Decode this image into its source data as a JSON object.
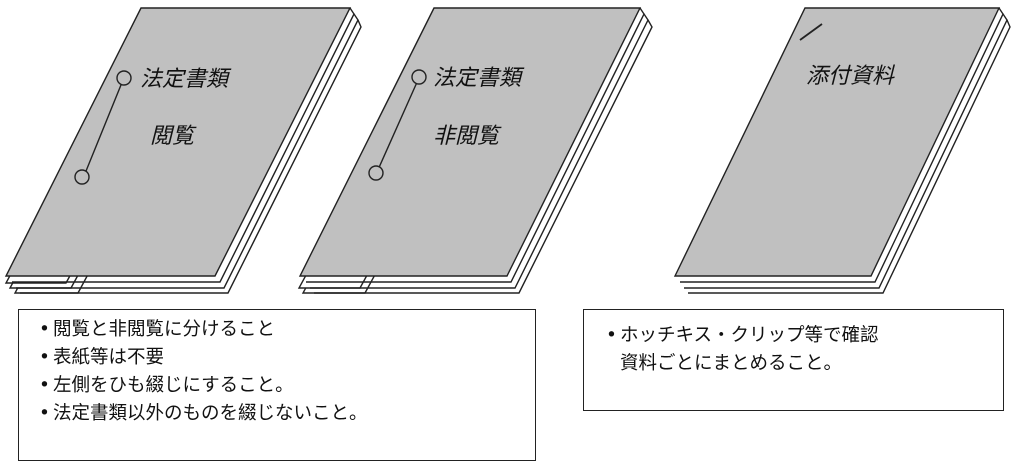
{
  "stacks": [
    {
      "id": "stack-1",
      "label_line1": "法定書類",
      "label_line2": "閲覧",
      "binding": "string-tie"
    },
    {
      "id": "stack-2",
      "label_line1": "法定書類",
      "label_line2": "非閲覧",
      "binding": "string-tie"
    },
    {
      "id": "stack-3",
      "label_line1": "添付資料",
      "label_line2": "",
      "binding": "staple"
    }
  ],
  "notes_left": {
    "items": [
      "閲覧と非閲覧に分けること",
      "表紙等は不要",
      "左側をひも綴じにすること。",
      "法定書類以外のものを綴じないこと。"
    ]
  },
  "notes_right": {
    "line1": "ホッチキス・クリップ等で確認",
    "line2": "資料ごとにまとめること。"
  },
  "colors": {
    "sheet_fill": "#c0c0c0",
    "paper": "#ffffff",
    "line": "#222222"
  }
}
